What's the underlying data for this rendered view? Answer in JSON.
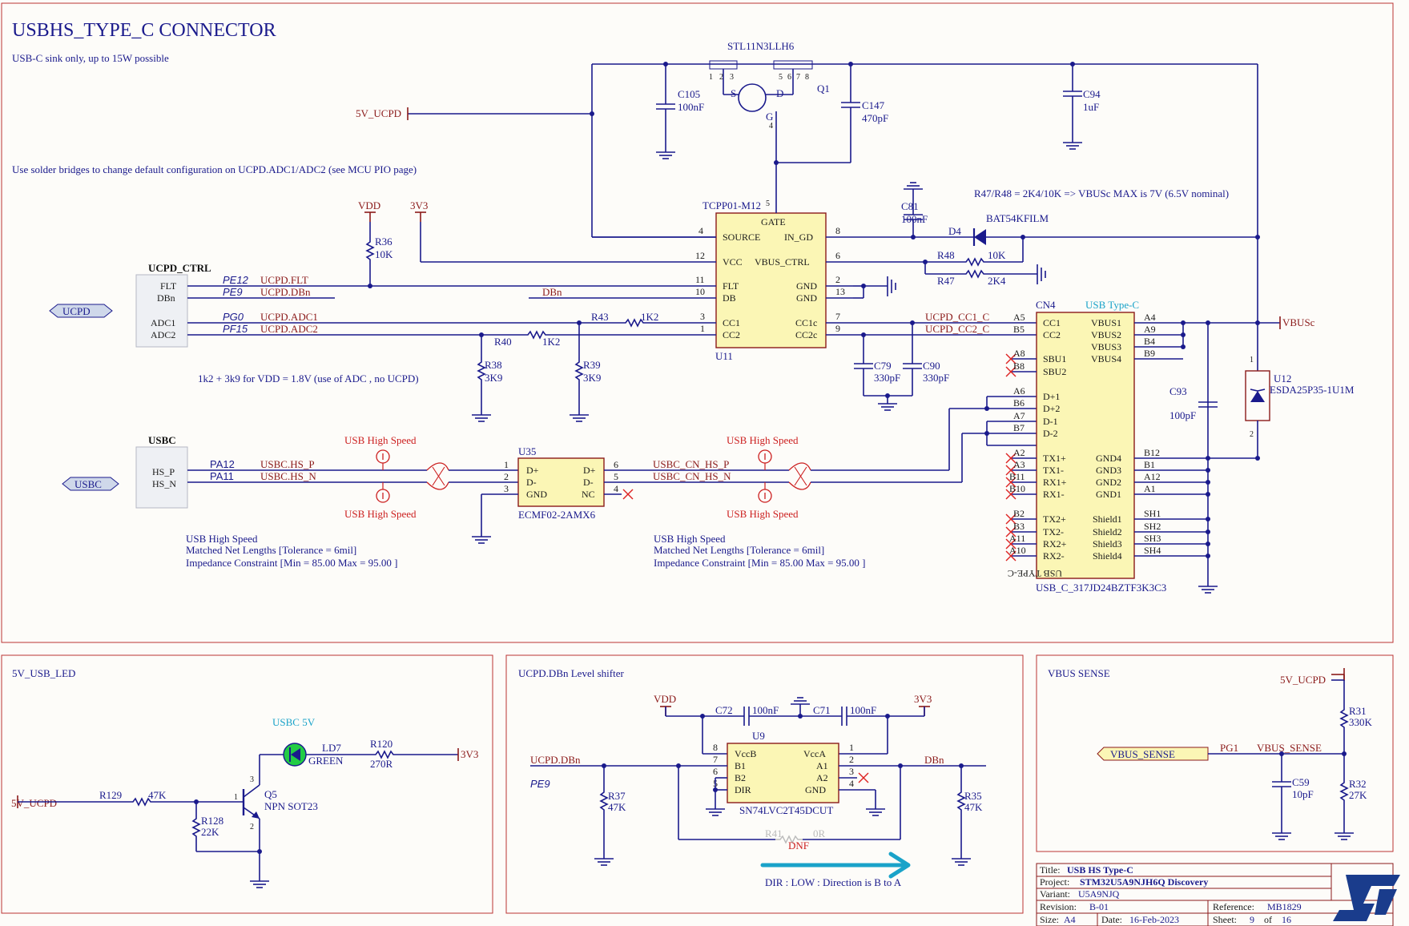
{
  "colors": {
    "wire": "#1a1a8c",
    "net": "#8b1a1a",
    "chip_fill": "#fbf6b5",
    "frame": "#b33333",
    "usb_hs": "#cc1f1f",
    "arrow": "#1aa3c9",
    "led": "#22cc44"
  },
  "top": {
    "title": "USBHS_TYPE_C CONNECTOR",
    "subtitle": "USB-C sink only, up to 15W possible",
    "solder_note": "Use solder bridges to change default configuration on UCPD.ADC1/ADC2 (see MCU PIO page)",
    "r_note": "R47/R48 = 2K4/10K => VBUSc MAX is 7V (6.5V nominal)",
    "adc_note": "1k2 + 3k9  for VDD = 1.8V (use of ADC , no UCPD)",
    "q1": {
      "part": "STL11N3LLH6",
      "ref": "Q1",
      "s": "S",
      "d": "D",
      "g": "G",
      "pins": [
        "1",
        "2",
        "3",
        "5",
        "6",
        "7",
        "8",
        "4"
      ]
    },
    "c105": {
      "ref": "C105",
      "val": "100nF"
    },
    "c147": {
      "ref": "C147",
      "val": "470pF"
    },
    "c94": {
      "ref": "C94",
      "val": "1uF"
    },
    "c81": {
      "ref": "C81",
      "val": "100nF"
    },
    "d4": {
      "ref": "D4",
      "part": "BAT54KFILM"
    },
    "r48": {
      "ref": "R48",
      "val": "10K"
    },
    "r47": {
      "ref": "R47",
      "val": "2K4"
    },
    "r36": {
      "ref": "R36",
      "val": "10K"
    },
    "r43": {
      "ref": "R43",
      "val": "1K2"
    },
    "r40": {
      "ref": "R40",
      "val": "1K2"
    },
    "r38": {
      "ref": "R38",
      "val": "3K9"
    },
    "r39": {
      "ref": "R39",
      "val": "3K9"
    },
    "c79": {
      "ref": "C79",
      "val": "330pF"
    },
    "c90": {
      "ref": "C90",
      "val": "330pF"
    },
    "c93": {
      "ref": "C93",
      "val": "100pF"
    },
    "u12": {
      "ref": "U12",
      "part": "ESDA25P35-1U1M",
      "p1": "1",
      "p2": "2"
    },
    "nets": {
      "v5ucpd": "5V_UCPD",
      "vdd": "VDD",
      "v3v3": "3V3",
      "vbusc": "VBUSc",
      "dbn": "DBn"
    },
    "u11": {
      "part": "TCPP01-M12",
      "ref": "U11",
      "gate": "GATE",
      "gate_pin": "5",
      "left_pins": [
        {
          "num": "4",
          "name": "SOURCE"
        },
        {
          "num": "12",
          "name": "VCC"
        },
        {
          "num": "11",
          "name": "FLT"
        },
        {
          "num": "10",
          "name": "DB"
        },
        {
          "num": "3",
          "name": "CC1"
        },
        {
          "num": "1",
          "name": "CC2"
        }
      ],
      "right_pins": [
        {
          "num": "8",
          "name": "IN_GD"
        },
        {
          "num": "6",
          "name": "VBUS_CTRL"
        },
        {
          "num": "2",
          "name": "GND"
        },
        {
          "num": "13",
          "name": "GND"
        },
        {
          "num": "7",
          "name": "CC1c"
        },
        {
          "num": "9",
          "name": "CC2c"
        }
      ]
    },
    "ucpd_ctrl": {
      "title": "UCPD_CTRL",
      "port": "UCPD",
      "rows": [
        {
          "pin": "FLT",
          "mcu": "PE12",
          "net": "UCPD.FLT"
        },
        {
          "pin": "DBn",
          "mcu": "PE9",
          "net": "UCPD.DBn"
        },
        {
          "pin": "ADC1",
          "mcu": "PG0",
          "net": "UCPD.ADC1"
        },
        {
          "pin": "ADC2",
          "mcu": "PF15",
          "net": "UCPD.ADC2"
        }
      ]
    },
    "usbc": {
      "title": "USBC",
      "port": "USBC",
      "rows": [
        {
          "pin": "HS_P",
          "mcu": "PA12",
          "net": "USBC.HS_P"
        },
        {
          "pin": "HS_N",
          "mcu": "PA11",
          "net": "USBC.HS_N"
        }
      ],
      "hs_label": "USB High Speed",
      "rules": [
        "USB High Speed",
        "Matched Net Lengths [Tolerance = 6mil]",
        "Impedance Constraint [Min = 85.00    Max = 95.00    ]"
      ]
    },
    "u35": {
      "ref": "U35",
      "part": "ECMF02-2AMX6",
      "left": [
        {
          "num": "1",
          "name": "D+"
        },
        {
          "num": "2",
          "name": "D-"
        },
        {
          "num": "3",
          "name": "GND"
        }
      ],
      "right": [
        {
          "num": "6",
          "name": "D+"
        },
        {
          "num": "5",
          "name": "D-"
        },
        {
          "num": "4",
          "name": "NC"
        }
      ],
      "out_nets": [
        "USBC_CN_HS_P",
        "USBC_CN_HS_N"
      ]
    },
    "cn4": {
      "ref": "CN4",
      "title": "USB Type-C",
      "part": "USB_C_317JD24BZTF3K3C3",
      "mirror": "USB TYPE-C",
      "cc_nets": [
        "UCPD_CC1_C",
        "UCPD_CC2_C"
      ],
      "left": [
        {
          "pin": "A5",
          "name": "CC1"
        },
        {
          "pin": "B5",
          "name": "CC2"
        },
        {
          "pin": "A8",
          "name": "SBU1"
        },
        {
          "pin": "B8",
          "name": "SBU2"
        },
        {
          "pin": "A6",
          "name": "D+1"
        },
        {
          "pin": "B6",
          "name": "D+2"
        },
        {
          "pin": "A7",
          "name": "D-1"
        },
        {
          "pin": "B7",
          "name": "D-2"
        },
        {
          "pin": "A2",
          "name": "TX1+"
        },
        {
          "pin": "A3",
          "name": "TX1-"
        },
        {
          "pin": "B11",
          "name": "RX1+"
        },
        {
          "pin": "B10",
          "name": "RX1-"
        },
        {
          "pin": "B2",
          "name": "TX2+"
        },
        {
          "pin": "B3",
          "name": "TX2-"
        },
        {
          "pin": "A11",
          "name": "RX2+"
        },
        {
          "pin": "A10",
          "name": "RX2-"
        }
      ],
      "right": [
        {
          "pin": "A4",
          "name": "VBUS1"
        },
        {
          "pin": "A9",
          "name": "VBUS2"
        },
        {
          "pin": "B4",
          "name": "VBUS3"
        },
        {
          "pin": "B9",
          "name": "VBUS4"
        },
        {
          "pin": "B12",
          "name": "GND4"
        },
        {
          "pin": "B1",
          "name": "GND3"
        },
        {
          "pin": "A12",
          "name": "GND2"
        },
        {
          "pin": "A1",
          "name": "GND1"
        },
        {
          "pin": "SH1",
          "name": "Shield1"
        },
        {
          "pin": "SH2",
          "name": "Shield2"
        },
        {
          "pin": "SH3",
          "name": "Shield3"
        },
        {
          "pin": "SH4",
          "name": "Shield4"
        }
      ]
    }
  },
  "led_block": {
    "title": "5V_USB_LED",
    "led_label": "USBC 5V",
    "ld7": {
      "ref": "LD7",
      "color": "GREEN"
    },
    "r120": {
      "ref": "R120",
      "val": "270R"
    },
    "r129": {
      "ref": "R129",
      "val": "47K"
    },
    "r128": {
      "ref": "R128",
      "val": "22K"
    },
    "q5": {
      "ref": "Q5",
      "part": "NPN SOT23",
      "p1": "1",
      "p2": "2",
      "p3": "3"
    },
    "net_in": "5V_UCPD",
    "net_out": "3V3"
  },
  "shifter": {
    "title": "UCPD.DBn Level shifter",
    "c72": {
      "ref": "C72",
      "val": "100nF"
    },
    "c71": {
      "ref": "C71",
      "val": "100nF"
    },
    "u9": {
      "ref": "U9",
      "part": "SN74LVC2T45DCUT",
      "left": [
        {
          "num": "8",
          "name": "VccB"
        },
        {
          "num": "7",
          "name": "B1"
        },
        {
          "num": "6",
          "name": "B2"
        },
        {
          "num": "5",
          "name": "DIR"
        }
      ],
      "right": [
        {
          "num": "1",
          "name": "VccA"
        },
        {
          "num": "2",
          "name": "A1"
        },
        {
          "num": "3",
          "name": "A2"
        },
        {
          "num": "4",
          "name": "GND"
        }
      ]
    },
    "r37": {
      "ref": "R37",
      "val": "47K"
    },
    "r35": {
      "ref": "R35",
      "val": "47K"
    },
    "r41": {
      "ref": "R41",
      "val": "0R",
      "dnf": "DNF"
    },
    "nets": {
      "vdd": "VDD",
      "v3v3": "3V3",
      "in": "UCPD.DBn",
      "mcu": "PE9",
      "out": "DBn"
    },
    "dir_note": "DIR : LOW : Direction is B to A"
  },
  "vbus": {
    "title": "VBUS SENSE",
    "port": "VBUS_SENSE",
    "mcu": "PG1",
    "net": "VBUS_SENSE",
    "supply": "5V_UCPD",
    "r31": {
      "ref": "R31",
      "val": "330K"
    },
    "r32": {
      "ref": "R32",
      "val": "27K"
    },
    "c59": {
      "ref": "C59",
      "val": "10pF"
    }
  },
  "title_block": {
    "title_label": "Title:",
    "title": "USB HS Type-C",
    "project_label": "Project:",
    "project": "STM32U5A9NJH6Q Discovery",
    "variant_label": "Variant:",
    "variant": "U5A9NJQ",
    "revision_label": "Revision:",
    "revision": "B-01",
    "reference_label": "Reference:",
    "reference": "MB1829",
    "size_label": "Size:",
    "size": "A4",
    "date_label": "Date:",
    "date": "16-Feb-2023",
    "sheet_label": "Sheet:",
    "sheet": "9",
    "of_label": "of",
    "of": "16"
  }
}
